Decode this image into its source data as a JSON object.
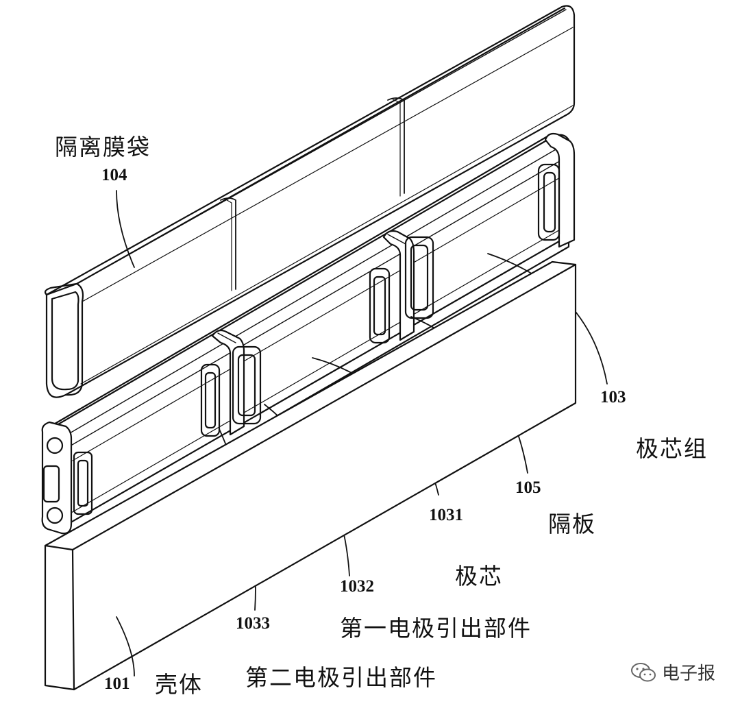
{
  "labels": {
    "separator_bag": "隔离膜袋",
    "n104": "104",
    "n103": "103",
    "core_group": "极芯组",
    "n105": "105",
    "partition": "隔板",
    "n1031": "1031",
    "core": "极芯",
    "n1032": "1032",
    "first_lead": "第一电极引出部件",
    "n1033": "1033",
    "second_lead": "第二电极引出部件",
    "n101": "101",
    "housing": "壳体"
  },
  "watermark": {
    "icon": "wechat-icon",
    "text": "电子报"
  },
  "colors": {
    "ink": "#111111",
    "paper": "#ffffff"
  }
}
